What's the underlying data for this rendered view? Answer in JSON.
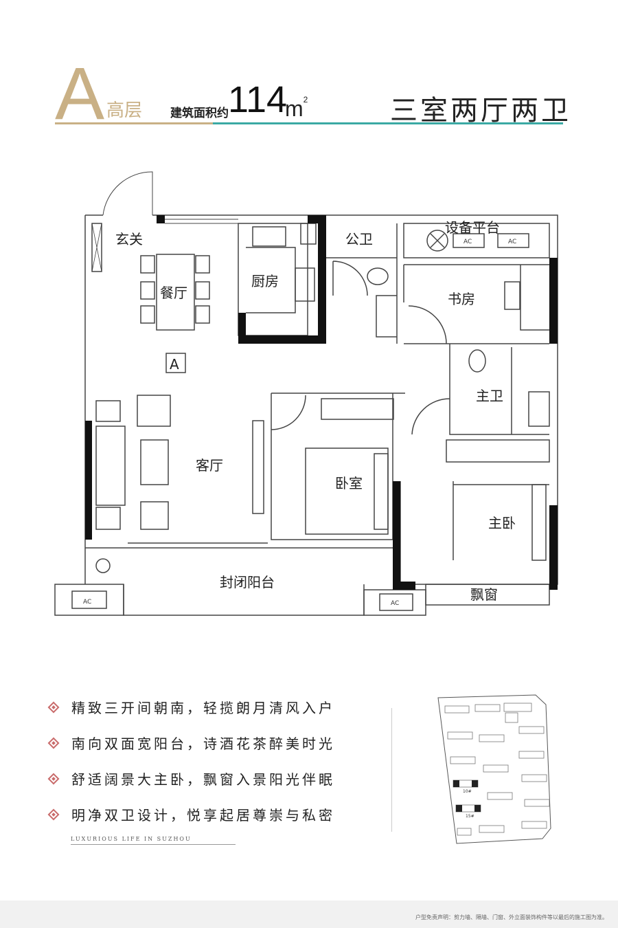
{
  "header": {
    "type_letter": "A",
    "tier": "高层",
    "area_label": "建筑面积约",
    "area_value": "114",
    "area_unit": "m",
    "area_sup": "2",
    "layout_name": "三室两厅两卫"
  },
  "rooms": {
    "foyer": "玄关",
    "dining": "餐厅",
    "kitchen": "厨房",
    "public_bath": "公卫",
    "equipment": "设备平台",
    "study": "书房",
    "marker": "A",
    "master_bath": "主卫",
    "living": "客厅",
    "bedroom": "卧室",
    "master_bedroom": "主卧",
    "balcony": "封闭阳台",
    "bay_window": "飘窗",
    "ac": "AC"
  },
  "features": [
    "精致三开间朝南，轻揽朗月清风入户",
    "南向双面宽阳台，诗酒花茶醉美时光",
    "舒适阔景大主卧，飘窗入景阳光伴眠",
    "明净双卫设计，悦享起居尊崇与私密"
  ],
  "slogan": "LUXURIOUS LIFE IN SUZHOU",
  "site_plan": {
    "labels": [
      "10#",
      "15#"
    ]
  },
  "disclaimer": "户型免责声明：剪力墙、隔墙、门窗、外立面装饰构件等以最后的施工图为准。",
  "colors": {
    "gold": "#c9b085",
    "teal": "#3aa9a4",
    "bullet": "#c96b6b"
  }
}
